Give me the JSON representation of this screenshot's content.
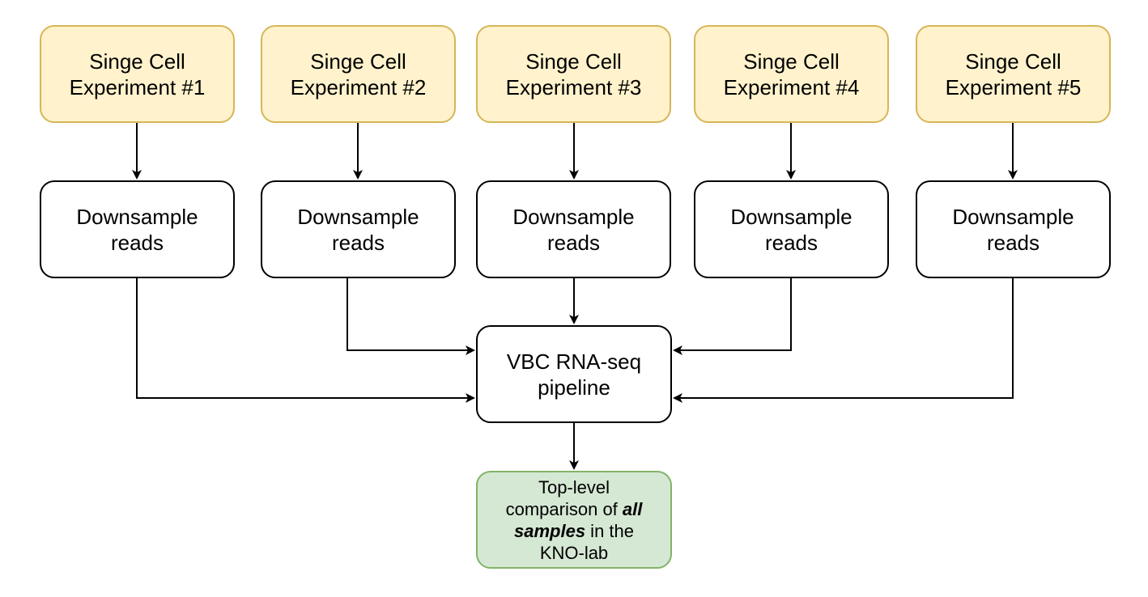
{
  "experiments": [
    {
      "line1": "Singe Cell",
      "line2": "Experiment #1"
    },
    {
      "line1": "Singe Cell",
      "line2": "Experiment #2"
    },
    {
      "line1": "Singe Cell",
      "line2": "Experiment #3"
    },
    {
      "line1": "Singe Cell",
      "line2": "Experiment #4"
    },
    {
      "line1": "Singe Cell",
      "line2": "Experiment #5"
    }
  ],
  "downsample": [
    {
      "line1": "Downsample",
      "line2": "reads"
    },
    {
      "line1": "Downsample",
      "line2": "reads"
    },
    {
      "line1": "Downsample",
      "line2": "reads"
    },
    {
      "line1": "Downsample",
      "line2": "reads"
    },
    {
      "line1": "Downsample",
      "line2": "reads"
    }
  ],
  "pipeline": {
    "line1": "VBC RNA-seq",
    "line2": "pipeline"
  },
  "output": {
    "line1": "Top-level",
    "line2_pre": "comparison of ",
    "line2_bold": "all",
    "line3_bold": "samples",
    "line3_post": " in the",
    "line4": "KNO-lab"
  },
  "colors": {
    "experiment_fill": "#fff2cc",
    "experiment_stroke": "#d6b656",
    "process_fill": "#ffffff",
    "process_stroke": "#000000",
    "output_fill": "#d5e8d4",
    "output_stroke": "#82b366",
    "edge": "#000000"
  }
}
